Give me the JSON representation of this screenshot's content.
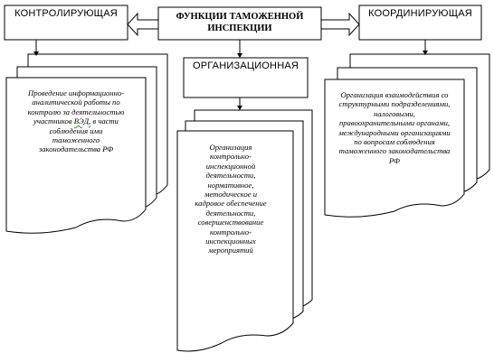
{
  "diagram": {
    "root": {
      "title_line1": "ФУНКЦИИ ТАМОЖЕННОЙ",
      "title_line2": "ИНСПЕКЦИИ"
    },
    "left": {
      "title": "КОНТРОЛИРУЮЩАЯ",
      "line1": "Проведение информационно-",
      "line2": "аналитической работы по",
      "line3": "контролю за деятельностью",
      "line4_a": "участников",
      "line4_b": "ВЭД,",
      "line4_c": "в части",
      "line5": "соблюдения ими",
      "line6": "таможенного",
      "line7": "законодательства РФ"
    },
    "middle": {
      "title": "ОРГАНИЗАЦИОННАЯ",
      "lines": [
        "Организация",
        "контрольно-",
        "инспекционной",
        "деятельности,",
        "нормативное,",
        "методическое и",
        "кадровое обеспечение",
        "деятельности,",
        "совершенствование",
        "контрольно-",
        "инспекционных",
        "мероприятий"
      ]
    },
    "right": {
      "title": "КООРДИНИРУЮЩАЯ",
      "lines": [
        "Организация взаимодействия со",
        "структурными подразделениями,",
        "налоговыми,",
        "правоохранительными органами,",
        "международными организациями",
        "по вопросам соблюдения",
        "таможенного законодательства",
        "РФ"
      ]
    }
  }
}
